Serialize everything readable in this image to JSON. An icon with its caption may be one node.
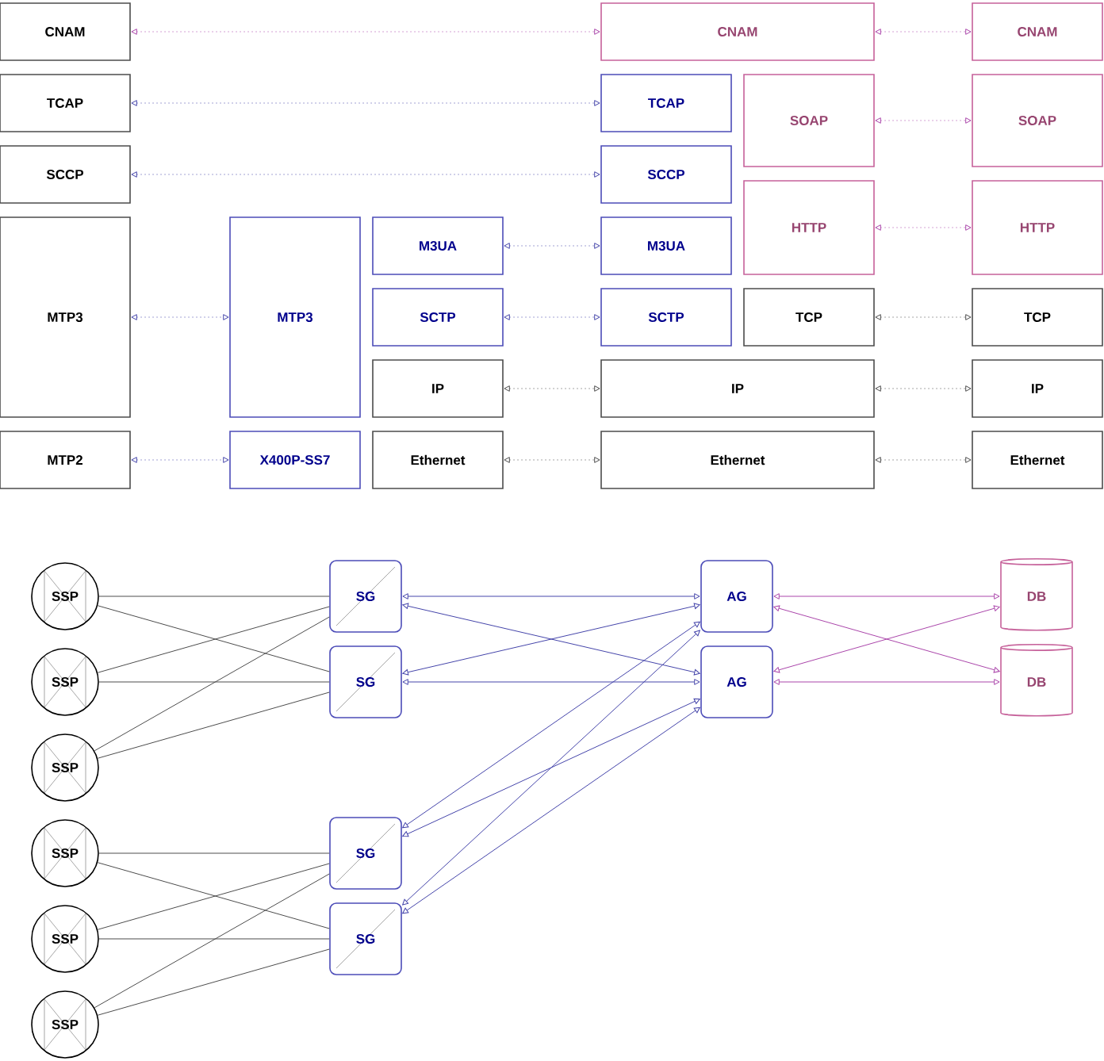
{
  "diagram": {
    "nodes": [
      {
        "text": [
          "CNAM"
        ]
      },
      {
        "text": [
          "CNAM"
        ]
      },
      {
        "text": [
          "CNAM"
        ]
      },
      {
        "text": [
          "TCAP"
        ]
      },
      {
        "text": [
          "TCAP"
        ]
      },
      {
        "text": [
          "SOAP"
        ]
      },
      {
        "text": [
          "SOAP"
        ]
      },
      {
        "text": [
          "SCCP"
        ]
      },
      {
        "text": [
          "SCCP"
        ]
      },
      {
        "text": [
          "HTTP"
        ]
      },
      {
        "text": [
          "HTTP"
        ]
      },
      {
        "text": [
          "MTP3"
        ]
      },
      {
        "text": [
          "MTP3"
        ]
      },
      {
        "text": [
          "M3UA"
        ]
      },
      {
        "text": [
          "M3UA"
        ]
      },
      {
        "text": [
          "SCTP"
        ]
      },
      {
        "text": [
          "SCTP"
        ]
      },
      {
        "text": [
          "TCP"
        ]
      },
      {
        "text": [
          "TCP"
        ]
      },
      {
        "text": [
          "IP"
        ]
      },
      {
        "text": [
          "IP"
        ]
      },
      {
        "text": [
          "IP"
        ]
      },
      {
        "text": [
          "MTP2"
        ]
      },
      {
        "text": [
          "X400P-SS7"
        ]
      },
      {
        "text": [
          "Ethernet"
        ]
      },
      {
        "text": [
          "Ethernet"
        ]
      },
      {
        "text": [
          "Ethernet"
        ]
      },
      {
        "text": [
          "SSP"
        ]
      },
      {
        "text": [
          "SG"
        ]
      },
      {
        "text": [
          "AG"
        ]
      },
      {
        "text": [
          "DB"
        ]
      },
      {
        "text": [
          "SSP"
        ]
      },
      {
        "text": [
          "SG"
        ]
      },
      {
        "text": [
          "AG"
        ]
      },
      {
        "text": [
          "DB"
        ]
      },
      {
        "text": [
          "SSP"
        ]
      },
      {
        "text": [
          "SSP"
        ]
      },
      {
        "text": [
          "SG"
        ]
      },
      {
        "text": [
          "SSP"
        ]
      },
      {
        "text": [
          "SG"
        ]
      },
      {
        "text": [
          "SSP"
        ]
      }
    ],
    "edges": [
      {
        "from": 0,
        "to": 1,
        "arrow": "both",
        "style": "dashed",
        "color": "#aa44aa"
      },
      {
        "from": 1,
        "to": 2,
        "arrow": "both",
        "style": "dashed",
        "color": "#aa44aa"
      },
      {
        "from": 3,
        "to": 4,
        "arrow": "both",
        "style": "dashed",
        "color": "#4444aa"
      },
      {
        "from": 5,
        "to": 6,
        "arrow": "both",
        "style": "dashed",
        "color": "#aa44aa"
      },
      {
        "from": 7,
        "to": 8,
        "arrow": "both",
        "style": "dashed",
        "color": "#4444aa"
      },
      {
        "from": 9,
        "to": 10,
        "arrow": "both",
        "style": "dashed",
        "color": "#aa44aa"
      },
      {
        "from": 11,
        "to": 12,
        "arrow": "both",
        "style": "dashed",
        "color": "#4444aa"
      },
      {
        "from": 13,
        "to": 14,
        "arrow": "both",
        "style": "dashed",
        "color": "#4444aa"
      },
      {
        "from": 15,
        "to": 16,
        "arrow": "both",
        "style": "dashed",
        "color": "#4444aa"
      },
      {
        "from": 17,
        "to": 18,
        "arrow": "both",
        "style": "dashed"
      },
      {
        "from": 19,
        "to": 20,
        "arrow": "both",
        "style": "dashed"
      },
      {
        "from": 20,
        "to": 21,
        "arrow": "both",
        "style": "dashed"
      },
      {
        "from": 22,
        "to": 23,
        "arrow": "both",
        "style": "dashed",
        "color": "#4444aa"
      },
      {
        "from": 24,
        "to": 25,
        "arrow": "both",
        "style": "dashed"
      },
      {
        "from": 25,
        "to": 26,
        "arrow": "both",
        "style": "dashed"
      },
      {
        "from": 27,
        "to": 28,
        "arrow": "none"
      },
      {
        "from": 27,
        "to": 32,
        "arrow": "none"
      },
      {
        "from": 31,
        "to": 28,
        "arrow": "none"
      },
      {
        "from": 31,
        "to": 32,
        "arrow": "none"
      },
      {
        "from": 35,
        "to": 28,
        "arrow": "none"
      },
      {
        "from": 35,
        "to": 32,
        "arrow": "none"
      },
      {
        "from": 36,
        "to": 37,
        "arrow": "none"
      },
      {
        "from": 36,
        "to": 39,
        "arrow": "none"
      },
      {
        "from": 38,
        "to": 37,
        "arrow": "none"
      },
      {
        "from": 38,
        "to": 39,
        "arrow": "none"
      },
      {
        "from": 40,
        "to": 37,
        "arrow": "none"
      },
      {
        "from": 40,
        "to": 39,
        "arrow": "none"
      },
      {
        "from": 28,
        "to": 29,
        "arrow": "both",
        "color": "#4444aa"
      },
      {
        "from": 28,
        "to": 33,
        "arrow": "both",
        "color": "#4444aa"
      },
      {
        "from": 32,
        "to": 29,
        "arrow": "both",
        "color": "#4444aa"
      },
      {
        "from": 32,
        "to": 33,
        "arrow": "both",
        "color": "#4444aa"
      },
      {
        "from": 37,
        "to": 29,
        "arrow": "both",
        "color": "#4444aa"
      },
      {
        "from": 37,
        "to": 33,
        "arrow": "both",
        "color": "#4444aa"
      },
      {
        "from": 39,
        "to": 29,
        "arrow": "both",
        "color": "#4444aa"
      },
      {
        "from": 39,
        "to": 33,
        "arrow": "both",
        "color": "#4444aa"
      },
      {
        "from": 29,
        "to": 30,
        "arrow": "both",
        "color": "#aa44aa"
      },
      {
        "from": 29,
        "to": 34,
        "arrow": "both",
        "color": "#aa44aa"
      },
      {
        "from": 33,
        "to": 30,
        "arrow": "both",
        "color": "#aa44aa"
      },
      {
        "from": 33,
        "to": 34,
        "arrow": "both",
        "color": "#aa44aa"
      }
    ]
  }
}
